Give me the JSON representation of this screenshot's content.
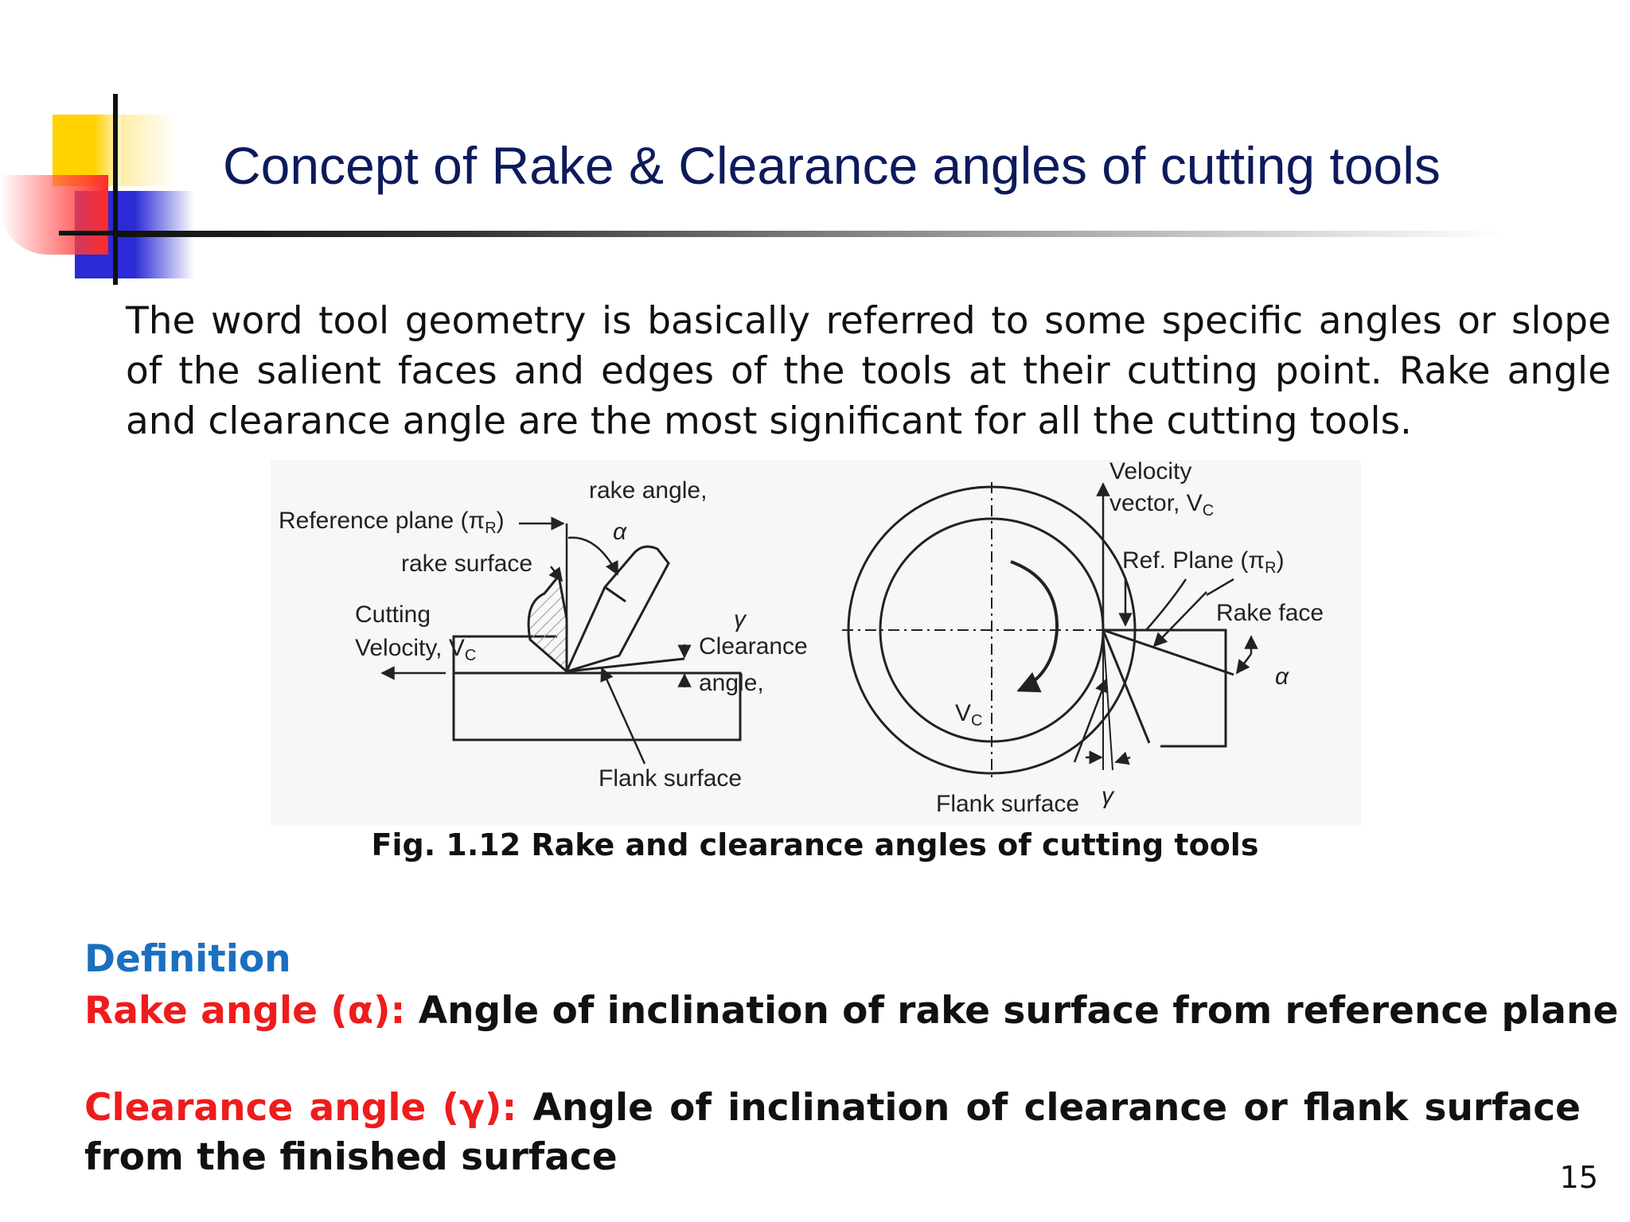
{
  "slide": {
    "title": "Concept of Rake & Clearance angles of cutting tools",
    "intro": "The word tool geometry is basically referred to some specific angles or slope of the salient faces and edges of the tools at their cutting point. Rake angle and clearance angle are the most significant for all the cutting tools.",
    "page_number": "15"
  },
  "figure": {
    "caption": "Fig. 1.12 Rake and clearance angles of cutting tools",
    "left_labels": {
      "reference_plane": "Reference plane (π",
      "reference_plane_sub": "R",
      "reference_plane_close": ")",
      "rake_angle": "rake angle,",
      "alpha": "α",
      "rake_surface": "rake surface",
      "cutting": "Cutting",
      "velocity": "Velocity, V",
      "velocity_sub": "C",
      "gamma": "γ",
      "clearance": "Clearance",
      "angle": "angle,",
      "flank_surface": "Flank surface"
    },
    "right_labels": {
      "velocity": "Velocity",
      "vector": "vector, V",
      "vector_sub": "C",
      "ref_plane": "Ref. Plane (π",
      "ref_plane_sub": "R",
      "ref_plane_close": ")",
      "rake_face": "Rake face",
      "alpha": "α",
      "vc": "V",
      "vc_sub": "C",
      "flank_surface": "Flank surface",
      "gamma": "γ"
    }
  },
  "definition": {
    "heading": "Definition",
    "rake_term": "Rake angle (α):",
    "rake_text": " Angle of inclination of rake surface from reference plane",
    "clearance_term": "Clearance angle (γ):",
    "clearance_text": " Angle of inclination of clearance or flank surface from the finished surface"
  },
  "colors": {
    "title": "#0d1a5c",
    "definition_heading": "#1a6fc0",
    "term": "#ee1c1c"
  }
}
